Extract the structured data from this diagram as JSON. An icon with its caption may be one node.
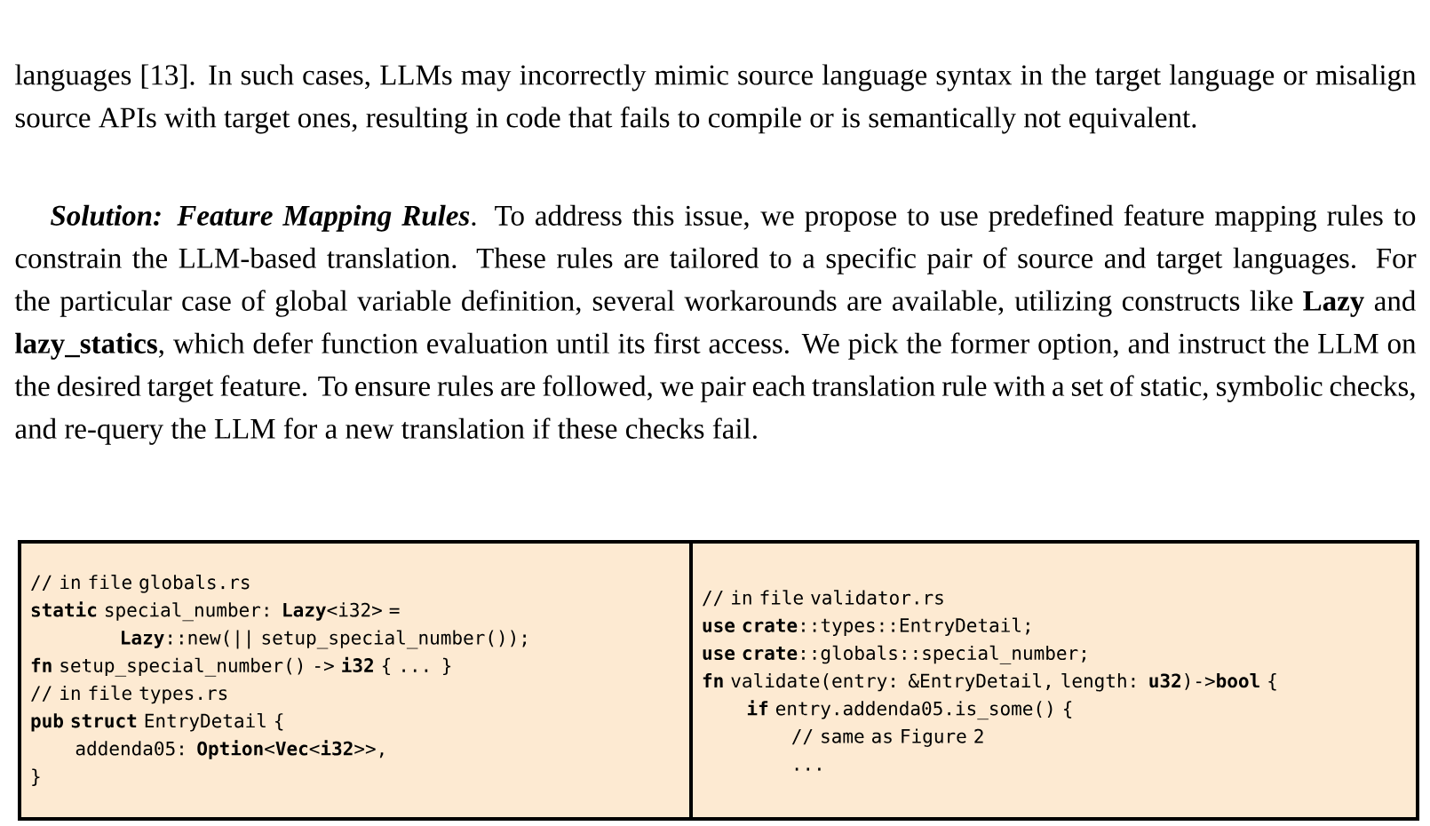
{
  "diagram": {
    "nodes": [
      {
        "text": [
          "// in file globals.rs",
          "**static** special_number: **Lazy**<i32> =",
          "**Lazy**::new(|| setup_special_number());",
          "**fn** setup_special_number() -> **i32** { ... }",
          "// in file types.rs",
          "**pub struct** EntryDetail {",
          "addenda05: **Option**<**Vec**<**i32**>>,",
          "}"
        ]
      },
      {
        "text": [
          "// in file validator.rs",
          "**use crate**::types::EntryDetail;",
          "**use crate**::globals::special_number;",
          "**fn** validate(entry: &EntryDetail, length: **u32**)->**bool** {",
          "**if** entry.addenda05.is_some() {",
          "// same as Figure 2",
          "..."
        ]
      }
    ],
    "labels": [
      "languages [13]. In such cases, LLMs may incorrectly mimic source language syntax in the target language or misalign source APIs with target ones, resulting in code that fails to compile or is semantically not equivalent.",
      "Solution: Feature Mapping Rules",
      ". To address this issue, we propose to use predefined feature mapping rules to constrain the LLM-based translation. These rules are tailored to a specific pair of source and target languages. For the particular case of global variable definition, several workarounds are available, utilizing constructs like **Lazy** and **lazy_statics**, which defer function evaluation until its first access. We pick the former option, and instruct the LLM on the desired target feature. To ensure rules are followed, we pair each translation rule with a set of static, symbolic checks, and re-query the LLM for a new translation if these checks fail."
    ]
  }
}
